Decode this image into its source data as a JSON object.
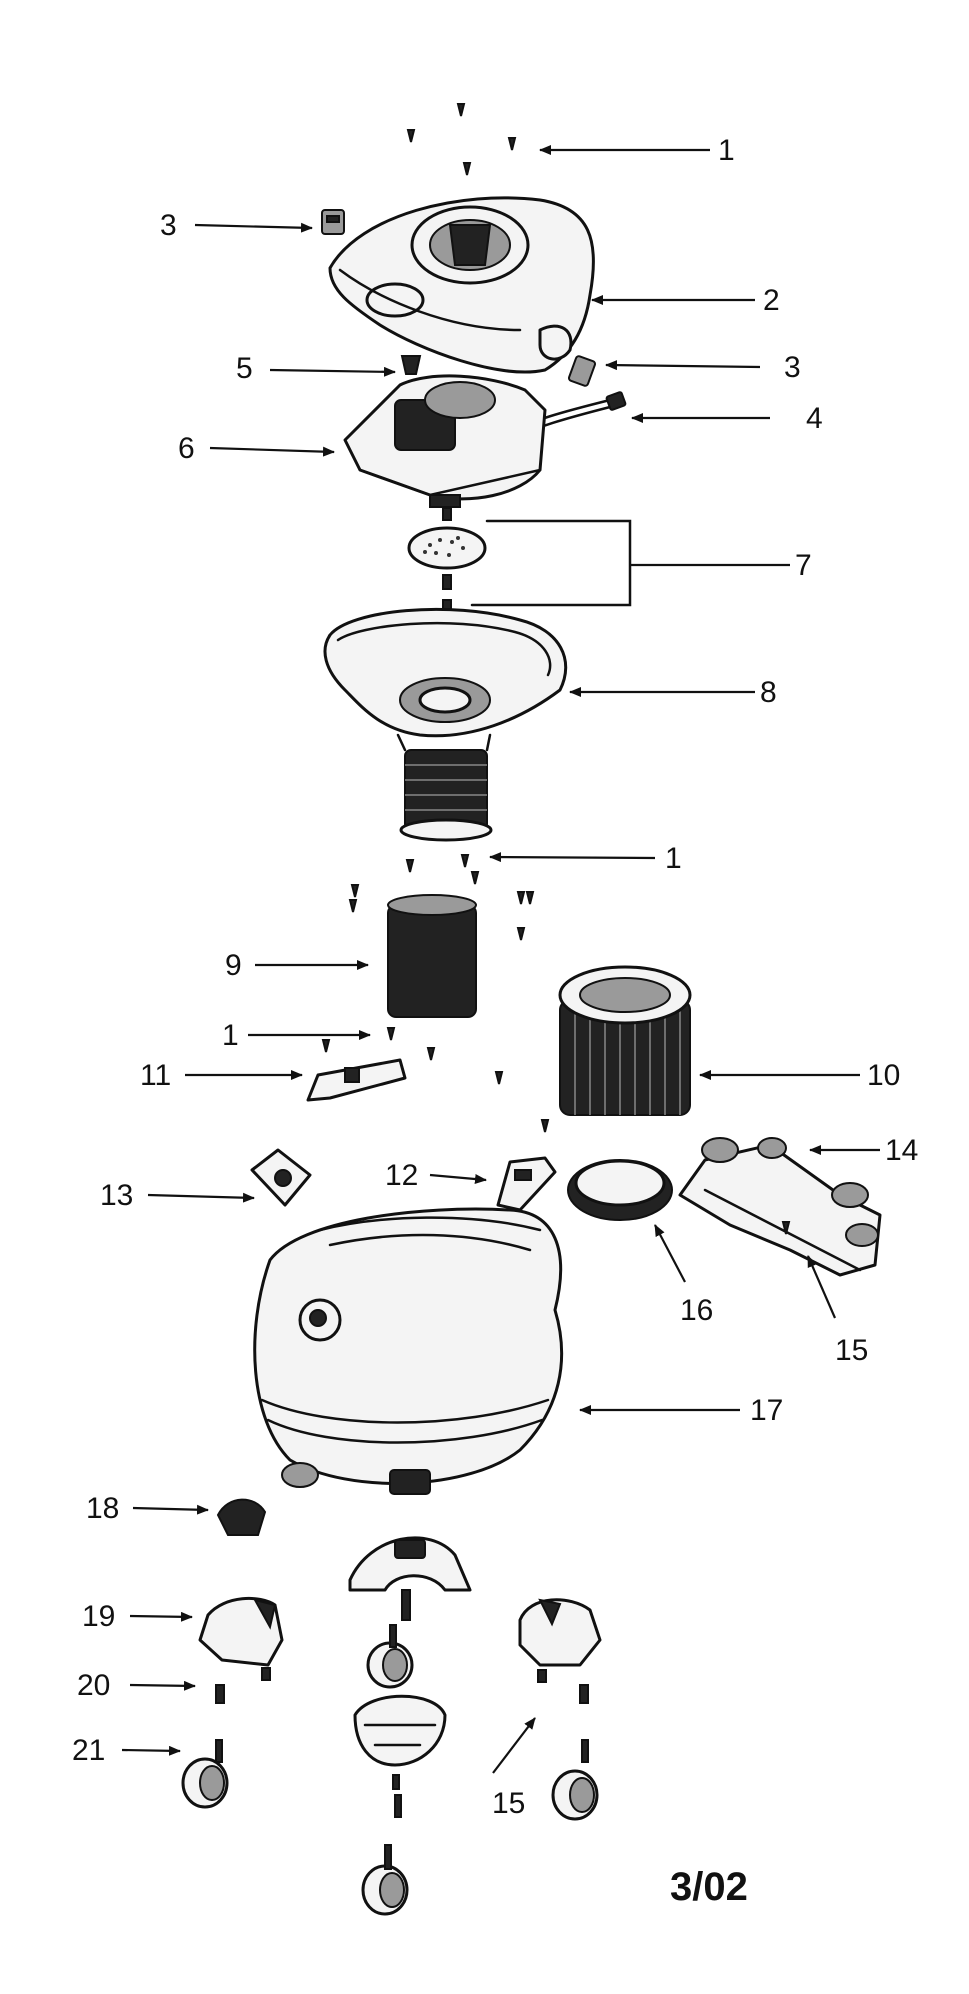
{
  "callouts": [
    "1",
    "2",
    "3",
    "3",
    "4",
    "5",
    "6",
    "7",
    "8",
    "1",
    "9",
    "1",
    "10",
    "11",
    "12",
    "13",
    "14",
    "15",
    "16",
    "15",
    "17",
    "18",
    "19",
    "20",
    "21",
    "15"
  ],
  "date_code": "3/02"
}
